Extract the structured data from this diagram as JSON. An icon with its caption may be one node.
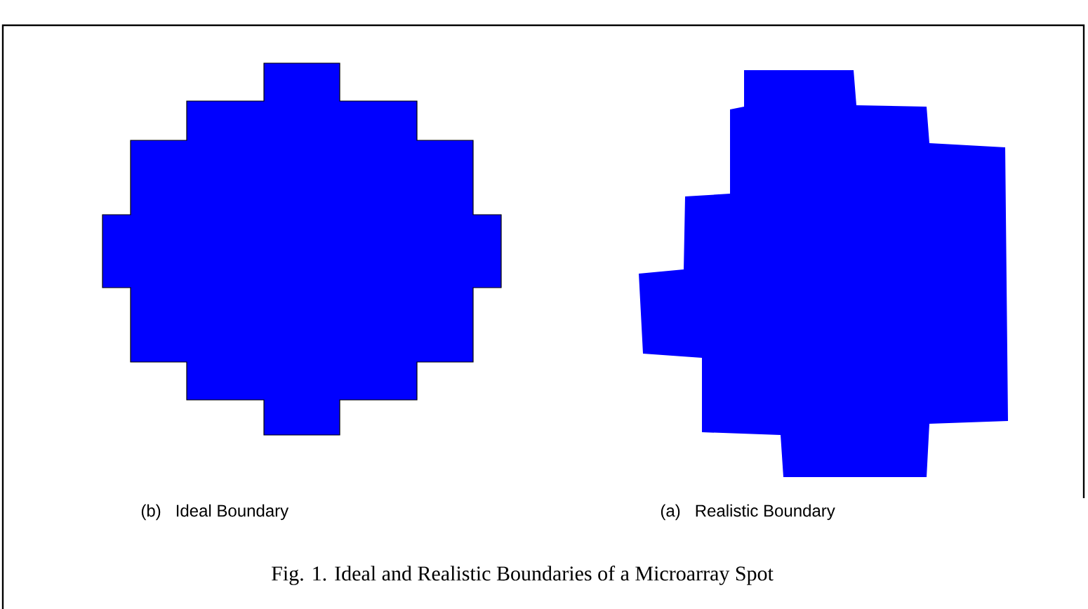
{
  "diagram": {
    "caption": "Fig. 1. Ideal and Realistic Boundaries of a Microarray Spot",
    "labels": [
      "(b)   Ideal Boundary",
      "(a)   Realistic Boundary"
    ]
  }
}
